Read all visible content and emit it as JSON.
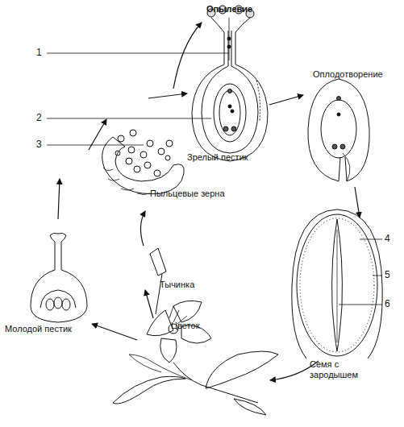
{
  "diagram": {
    "labels": [
      "Опылевие",
      "1",
      "2",
      "3",
      "Зрелый пестик",
      "Пыльцевые зерна",
      "Оплодотворение",
      "4",
      "5",
      "6",
      "Семя с зародышем",
      "Тычинка",
      "Цветок",
      "Молодой пестик"
    ]
  }
}
